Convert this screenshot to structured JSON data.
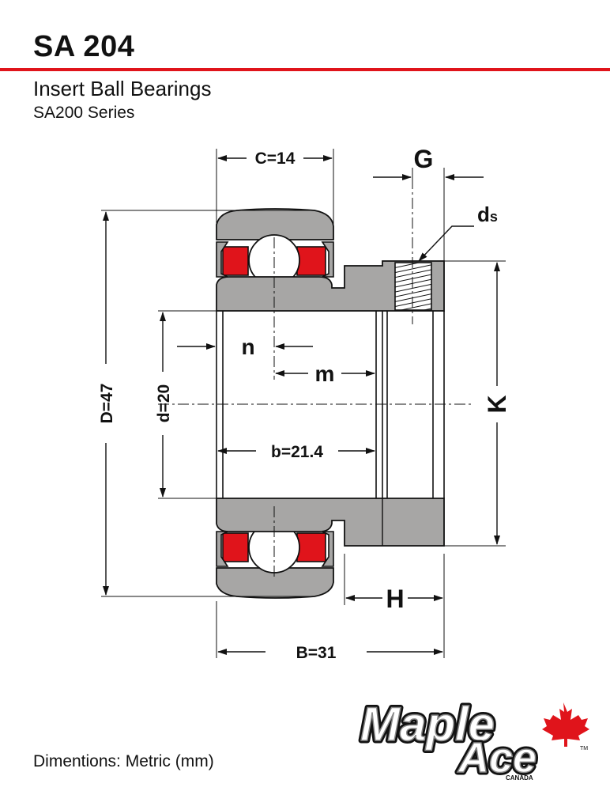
{
  "header": {
    "title": "SA 204",
    "subtitle": "Insert Ball Bearings",
    "series": "SA200 Series"
  },
  "dimensions": {
    "C": "C=14",
    "G": "G",
    "ds": "d",
    "ds_sub": "s",
    "D": "D=47",
    "d": "d=20",
    "n": "n",
    "m": "m",
    "b": "b=21.4",
    "K": "K",
    "H": "H",
    "B": "B=31"
  },
  "footer": {
    "units": "Dimentions: Metric (mm)"
  },
  "logo": {
    "line1": "Maple",
    "line2": "Ace",
    "trademark": "TM",
    "country": "CANADA"
  },
  "colors": {
    "accent": "#e0141b",
    "part_fill": "#a7a6a5",
    "outline": "#111111"
  }
}
